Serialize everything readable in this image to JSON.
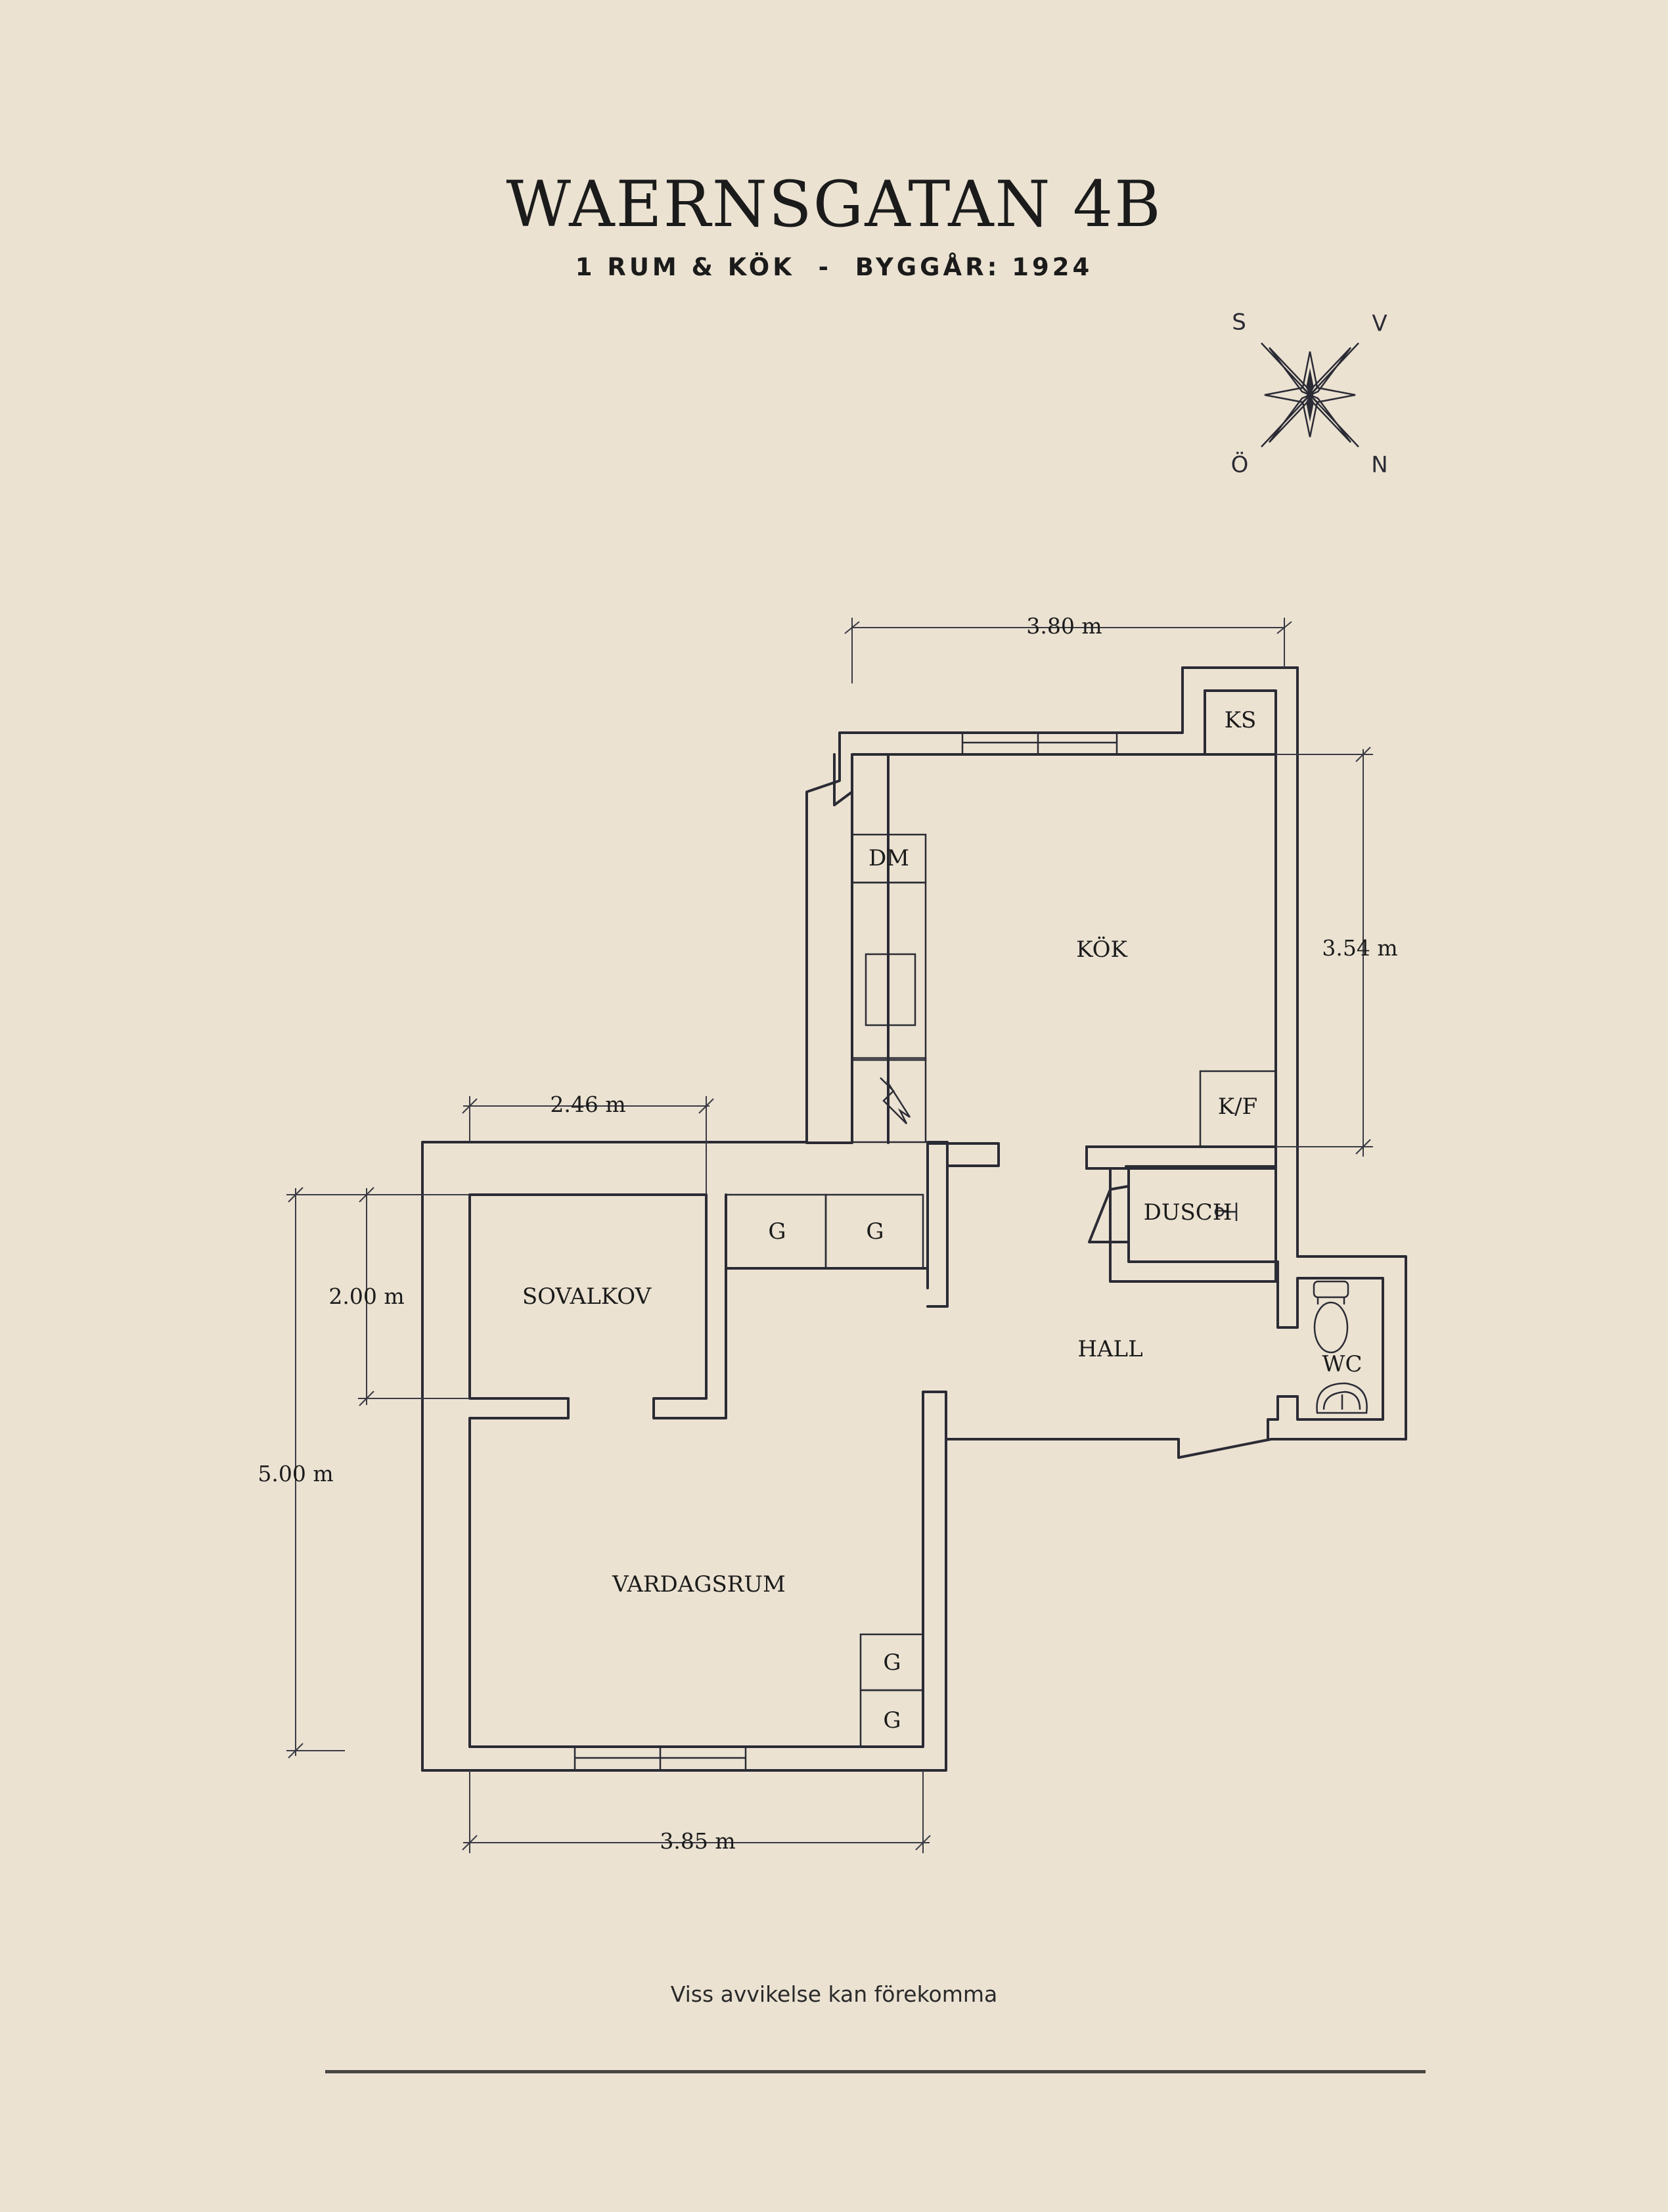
{
  "title": "WAERNSGATAN 4B",
  "subtitle": "1 RUM & KÖK  -  BYGGÅR: 1924",
  "compass": {
    "s": "S",
    "v": "V",
    "o": "Ö",
    "n": "N"
  },
  "rooms": {
    "kok": "KÖK",
    "sovalkov": "SOVALKOV",
    "vardagsrum": "VARDAGSRUM",
    "hall": "HALL",
    "dusch": "DUSCH",
    "wc": "WC",
    "ks": "KS",
    "kf": "K/F",
    "dm": "DM",
    "g1": "G",
    "g2": "G",
    "g3": "G",
    "g4": "G"
  },
  "dimensions": {
    "kitchen_width": "3.80 m",
    "kitchen_depth": "3.54 m",
    "alcove_width": "2.46 m",
    "alcove_depth": "2.00 m",
    "living_depth": "5.00 m",
    "living_width": "3.85 m"
  },
  "footer": {
    "note": "Viss avvikelse kan förekomma"
  }
}
